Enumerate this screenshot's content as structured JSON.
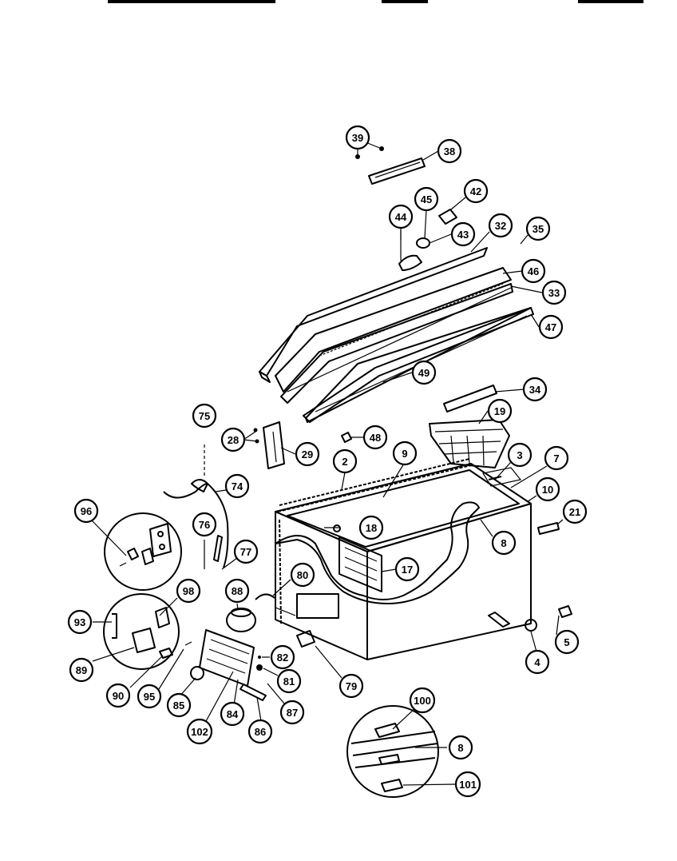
{
  "callouts": [
    {
      "id": "39"
    },
    {
      "id": "38"
    },
    {
      "id": "42"
    },
    {
      "id": "45"
    },
    {
      "id": "44"
    },
    {
      "id": "43"
    },
    {
      "id": "32"
    },
    {
      "id": "35"
    },
    {
      "id": "46"
    },
    {
      "id": "33"
    },
    {
      "id": "47"
    },
    {
      "id": "49"
    },
    {
      "id": "34"
    },
    {
      "id": "19"
    },
    {
      "id": "48"
    },
    {
      "id": "75"
    },
    {
      "id": "28"
    },
    {
      "id": "29"
    },
    {
      "id": "2"
    },
    {
      "id": "9"
    },
    {
      "id": "3"
    },
    {
      "id": "7"
    },
    {
      "id": "10"
    },
    {
      "id": "21"
    },
    {
      "id": "74"
    },
    {
      "id": "96"
    },
    {
      "id": "76"
    },
    {
      "id": "18"
    },
    {
      "id": "8"
    },
    {
      "id": "77"
    },
    {
      "id": "17"
    },
    {
      "id": "80"
    },
    {
      "id": "88"
    },
    {
      "id": "98"
    },
    {
      "id": "93"
    },
    {
      "id": "5"
    },
    {
      "id": "4"
    },
    {
      "id": "82"
    },
    {
      "id": "81"
    },
    {
      "id": "79"
    },
    {
      "id": "89"
    },
    {
      "id": "90"
    },
    {
      "id": "95"
    },
    {
      "id": "85"
    },
    {
      "id": "87"
    },
    {
      "id": "102"
    },
    {
      "id": "84"
    },
    {
      "id": "86"
    },
    {
      "id": "100"
    },
    {
      "id": "8"
    },
    {
      "id": "101"
    }
  ]
}
